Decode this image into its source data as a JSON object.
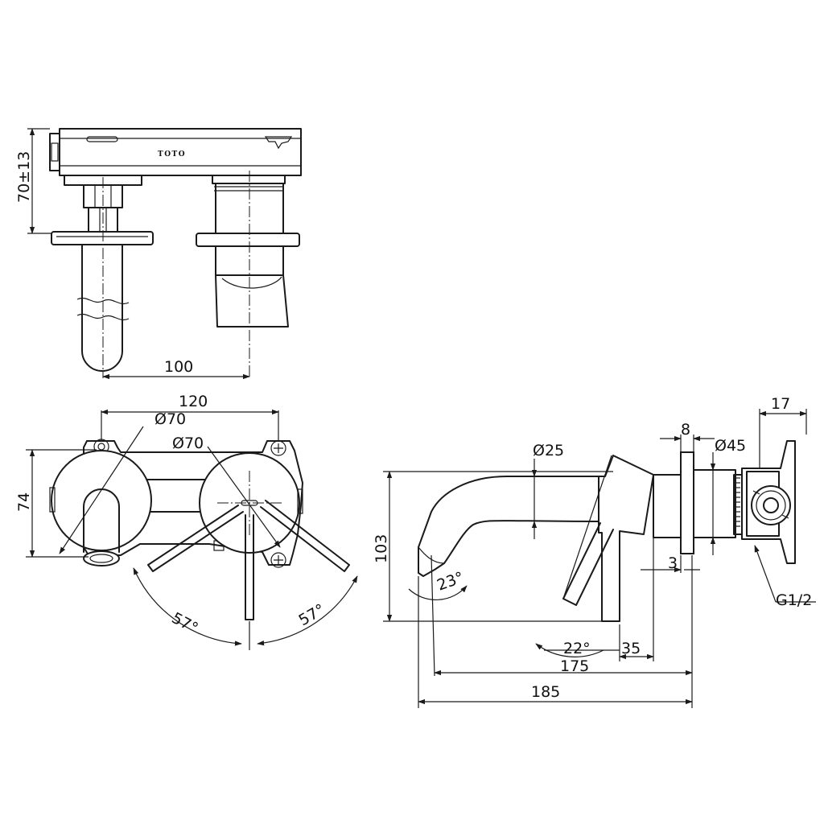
{
  "brand": "TOTO",
  "top_view": {
    "height_dim": "70±13",
    "width_dim": "100"
  },
  "front_view": {
    "width_dim": "120",
    "escutcheon_left_dia": "Ø70",
    "escutcheon_right_dia": "Ø70",
    "height_dim": "74",
    "handle_angle_left": "57°",
    "handle_angle_right": "57°"
  },
  "side_view": {
    "spout_dia": "Ø25",
    "flange_dim": "8",
    "body_dia": "Ø45",
    "valve_depth": "17",
    "height_dim": "103",
    "spout_angle": "23°",
    "lever_angle": "22°",
    "plate_gap": "3",
    "lever_depth": "35",
    "spout_reach": "175",
    "overall_length": "185",
    "thread": "G1/2"
  },
  "colors": {
    "line": "#1a1a1a",
    "background": "#ffffff"
  }
}
